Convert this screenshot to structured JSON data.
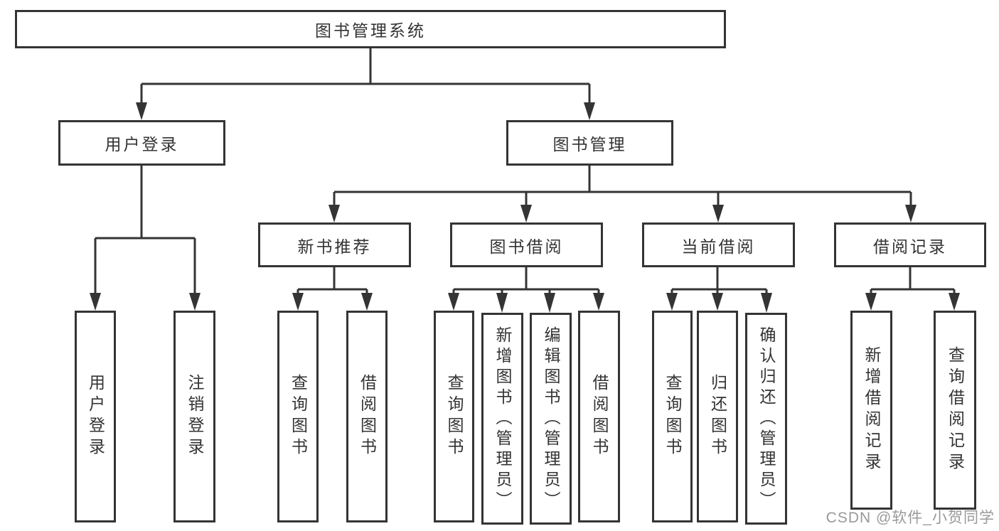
{
  "tree": {
    "root": {
      "label": "图书管理系统"
    },
    "branches": [
      {
        "label": "用户登录",
        "children": [
          {
            "label": "用户登录"
          },
          {
            "label": "注销登录"
          }
        ]
      },
      {
        "label": "图书管理",
        "children": [
          {
            "label": "新书推荐",
            "children": [
              {
                "label": "查询图书"
              },
              {
                "label": "借阅图书"
              }
            ]
          },
          {
            "label": "图书借阅",
            "children": [
              {
                "label": "查询图书"
              },
              {
                "label": "新增图书（管理员）"
              },
              {
                "label": "编辑图书（管理员）"
              },
              {
                "label": "借阅图书"
              }
            ]
          },
          {
            "label": "当前借阅",
            "children": [
              {
                "label": "查询图书"
              },
              {
                "label": "归还图书"
              },
              {
                "label": "确认归还（管理员）"
              }
            ]
          },
          {
            "label": "借阅记录",
            "children": [
              {
                "label": "新增借阅记录"
              },
              {
                "label": "查询借阅记录"
              }
            ]
          }
        ]
      }
    ]
  },
  "watermark": {
    "text": "CSDN @软件_小贺同学"
  },
  "colors": {
    "line": "#343434",
    "text": "#333333",
    "background": "#ffffff",
    "watermark": "#999999"
  }
}
